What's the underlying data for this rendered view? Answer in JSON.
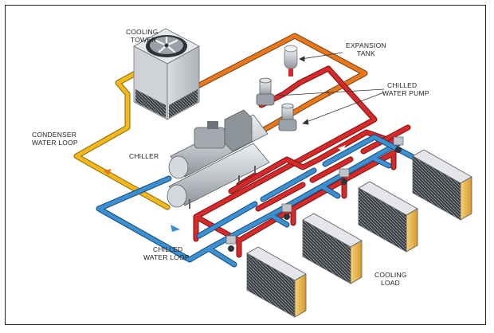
{
  "labels": {
    "cooling_tower_1": "COOLING",
    "cooling_tower_2": "TOWER",
    "expansion_tank_1": "EXPANSION",
    "expansion_tank_2": "TANK",
    "chilled_water_pump_1": "CHILLED",
    "chilled_water_pump_2": "WATER PUMP",
    "condenser_loop_1": "CONDENSER",
    "condenser_loop_2": "WATER LOOP",
    "chiller": "CHILLER",
    "chilled_loop_1": "CHILLED",
    "chilled_loop_2": "WATER LOOP",
    "cooling_load_1": "COOLING",
    "cooling_load_2": "LOAD"
  },
  "colors": {
    "condenser_pipe_warm": "#e8781e",
    "condenser_pipe_cool": "#f2b81c",
    "chilled_supply_pipe": "#d62a2a",
    "chilled_return_pipe": "#3c8fd0",
    "equipment_gray": "#c9cdd2"
  }
}
